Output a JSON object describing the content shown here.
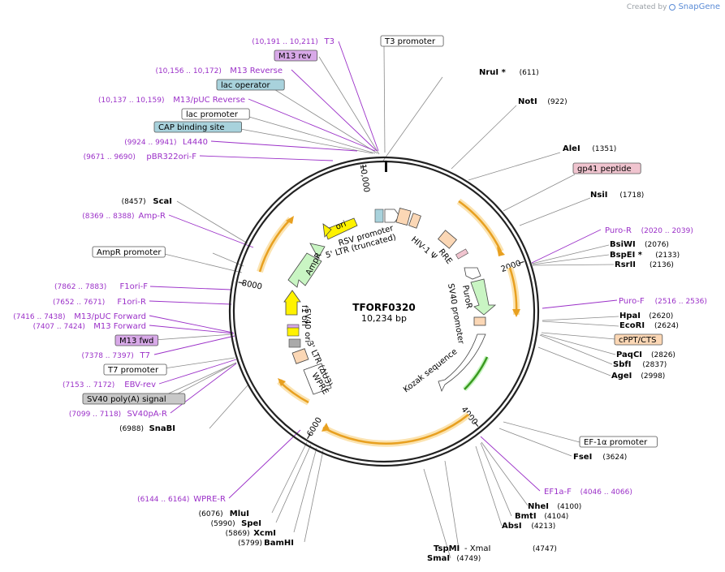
{
  "header": {
    "credit_prefix": "Created by",
    "credit_brand": "SnapGene"
  },
  "plasmid": {
    "name": "TFORF0320",
    "size_label": "10,234 bp",
    "length": 10234
  },
  "colors": {
    "primer": "#9b30c8",
    "backbone": "#222222",
    "orange_arrow": "#e8a020",
    "orange_glow": "#fbe3b0",
    "green_feature": "#c9f5c3",
    "yellow_ori": "#fff200",
    "peach_feature": "#fbd7b5",
    "box_purple": "#d8a9e8",
    "box_teal": "#a8d2dc",
    "box_pink": "#f0c4cf",
    "box_gray": "#c8c8c8",
    "box_peach": "#fbd7b5"
  },
  "ring_ticks": [
    {
      "pos": 2000,
      "label": "2000"
    },
    {
      "pos": 4000,
      "label": "4000"
    },
    {
      "pos": 6000,
      "label": "6000"
    },
    {
      "pos": 8000,
      "label": "8000"
    },
    {
      "pos": 10000,
      "label": "10,000"
    }
  ],
  "enzymes": [
    {
      "name": "NruI *",
      "pos": "(611)"
    },
    {
      "name": "NotI",
      "pos": "(922)"
    },
    {
      "name": "AleI",
      "pos": "(1351)"
    },
    {
      "name": "NsiI",
      "pos": "(1718)"
    },
    {
      "name": "BsiWI",
      "pos": "(2076)"
    },
    {
      "name": "BspEI *",
      "pos": "(2133)"
    },
    {
      "name": "RsrII",
      "pos": "(2136)"
    },
    {
      "name": "HpaI",
      "pos": "(2620)"
    },
    {
      "name": "EcoRI",
      "pos": "(2624)"
    },
    {
      "name": "PaqCI",
      "pos": "(2826)"
    },
    {
      "name": "SbfI",
      "pos": "(2837)"
    },
    {
      "name": "AgeI",
      "pos": "(2998)"
    },
    {
      "name": "FseI",
      "pos": "(3624)"
    },
    {
      "name": "NheI",
      "pos": "(4100)"
    },
    {
      "name": "BmtI",
      "pos": "(4104)"
    },
    {
      "name": "AbsI",
      "pos": "(4213)"
    },
    {
      "name": "TspMI",
      "pos": "- XmaI"
    },
    {
      "name": "XmaI",
      "pos": "(4747)"
    },
    {
      "name": "SmaI",
      "pos": "(4749)"
    },
    {
      "name": "BamHI",
      "pos": "(5799)"
    },
    {
      "name": "XcmI",
      "pos": "(5869)"
    },
    {
      "name": "SpeI",
      "pos": "(5990)"
    },
    {
      "name": "MluI",
      "pos": "(6076)"
    },
    {
      "name": "SnaBI",
      "pos": "(6988)"
    },
    {
      "name": "ScaI",
      "pos": "(8457)"
    }
  ],
  "primers": [
    {
      "name": "T3",
      "pos": "(10,191 .. 10,211)"
    },
    {
      "name": "M13 Reverse",
      "pos": "(10,156 .. 10,172)"
    },
    {
      "name": "M13/pUC Reverse",
      "pos": "(10,137 .. 10,159)"
    },
    {
      "name": "L4440",
      "pos": "(9924 .. 9941)"
    },
    {
      "name": "pBR322ori-F",
      "pos": "(9671 .. 9690)"
    },
    {
      "name": "Amp-R",
      "pos": "(8369 .. 8388)"
    },
    {
      "name": "F1ori-F",
      "pos": "(7862 .. 7883)"
    },
    {
      "name": "F1ori-R",
      "pos": "(7652 .. 7671)"
    },
    {
      "name": "M13/pUC Forward",
      "pos": "(7416 .. 7438)"
    },
    {
      "name": "M13 Forward",
      "pos": "(7407 .. 7424)"
    },
    {
      "name": "T7",
      "pos": "(7378 .. 7397)"
    },
    {
      "name": "EBV-rev",
      "pos": "(7153 .. 7172)"
    },
    {
      "name": "SV40pA-R",
      "pos": "(7099 .. 7118)"
    },
    {
      "name": "WPRE-R",
      "pos": "(6144 .. 6164)"
    },
    {
      "name": "Puro-R",
      "pos": "(2020 .. 2039)"
    },
    {
      "name": "Puro-F",
      "pos": "(2516 .. 2536)"
    },
    {
      "name": "EF1a-F",
      "pos": "(4046 .. 4066)"
    }
  ],
  "boxes": [
    {
      "label": "T3 promoter"
    },
    {
      "label": "M13 rev"
    },
    {
      "label": "lac operator"
    },
    {
      "label": "lac promoter"
    },
    {
      "label": "CAP binding site"
    },
    {
      "label": "gp41 peptide"
    },
    {
      "label": "AmpR promoter"
    },
    {
      "label": "M13 fwd"
    },
    {
      "label": "T7 promoter"
    },
    {
      "label": "SV40 poly(A) signal"
    },
    {
      "label": "cPPT/CTS"
    },
    {
      "label": "EF-1α promoter"
    }
  ],
  "feature_labels": {
    "ori": "ori",
    "rsv": "RSV promoter",
    "ltr5": "5' LTR (truncated)",
    "hiv": "HIV-1 Ψ",
    "rre": "RRE",
    "ampr": "AmpR",
    "sv40prom": "SV40 promoter",
    "puror": "PuroR",
    "kozak": "Kozak sequence",
    "f1ori": "f1 ori",
    "sv40ori": "SV40 ori",
    "ltr3": "3' LTR (ΔU3)",
    "wpre": "WPRE"
  }
}
